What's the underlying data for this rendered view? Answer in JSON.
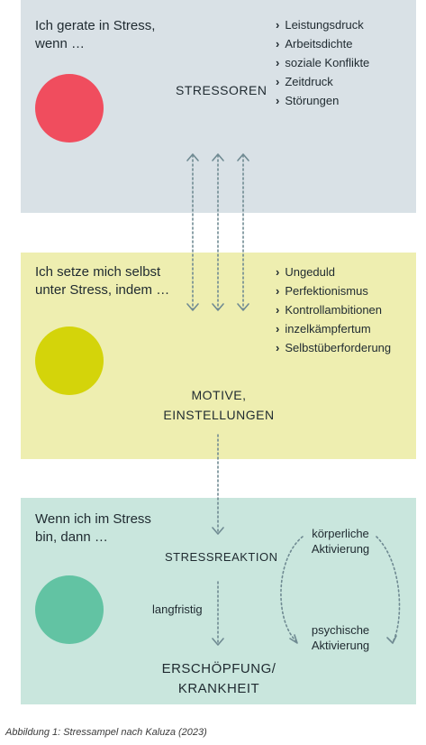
{
  "stressoren": {
    "lead": [
      "Ich gerate in Stress,",
      "wenn …"
    ],
    "heading": "STRESSOREN",
    "items": [
      "Leistungsdruck",
      "Arbeitsdichte",
      "soziale Konflikte",
      "Zeitdruck",
      "Störungen"
    ],
    "color": "#f04d5e"
  },
  "motive": {
    "lead": [
      "Ich setze mich selbst",
      "unter Stress, indem …"
    ],
    "heading": [
      "MOTIVE,",
      "EINSTELLUNGEN"
    ],
    "items": [
      "Ungeduld",
      "Perfektionismus",
      "Kontrollambitionen",
      "inzelkämpfertum",
      "Selbstüberforderung"
    ],
    "color": "#d4d40a"
  },
  "reaktion": {
    "lead": [
      "Wenn ich im Stress",
      "bin, dann …"
    ],
    "heading": "STRESSREAKTION",
    "longterm": "langfristig",
    "outcome": [
      "ERSCHÖPFUNG/",
      "KRANKHEIT"
    ],
    "physical": [
      "körperliche",
      "Aktivierung"
    ],
    "psychic": [
      "psychische",
      "Aktivierung"
    ],
    "color": "#62c3a3"
  },
  "caption": "Abbildung 1: Stressampel nach Kaluza (2023)"
}
